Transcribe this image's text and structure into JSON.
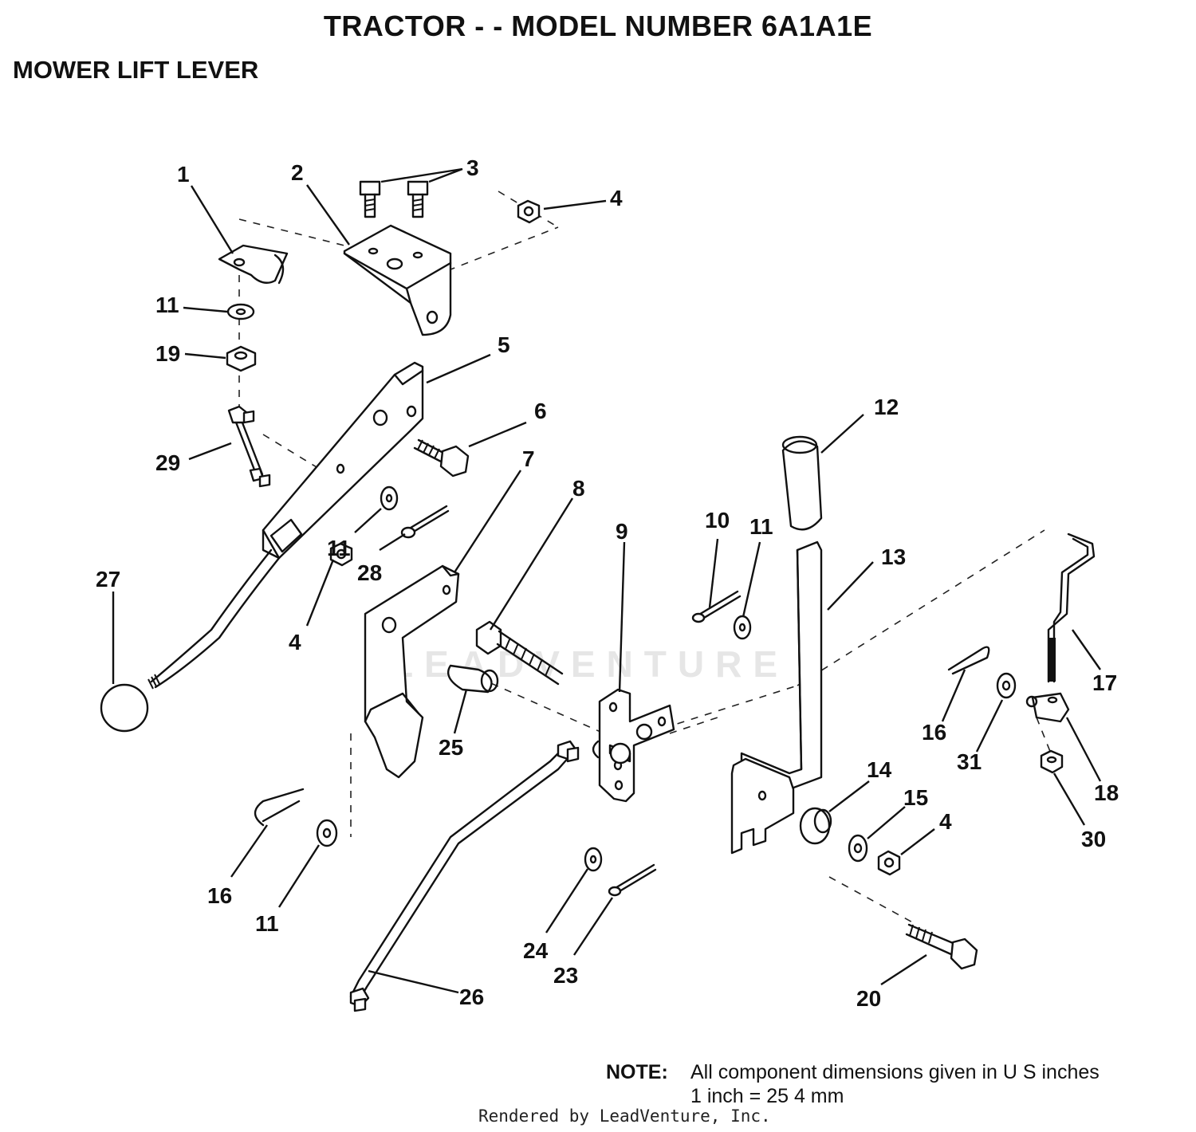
{
  "header": {
    "title": "TRACTOR - - MODEL NUMBER 6A1A1E",
    "subtitle": "MOWER LIFT LEVER"
  },
  "callouts": {
    "c1": "1",
    "c2": "2",
    "c3": "3",
    "c4a": "4",
    "c4b": "4",
    "c4c": "4",
    "c5": "5",
    "c6": "6",
    "c7": "7",
    "c8": "8",
    "c9": "9",
    "c10": "10",
    "c11a": "11",
    "c11b": "11",
    "c11c": "11",
    "c11d": "11",
    "c12": "12",
    "c13": "13",
    "c14": "14",
    "c15": "15",
    "c16a": "16",
    "c16b": "16",
    "c17": "17",
    "c18": "18",
    "c19": "19",
    "c20": "20",
    "c23": "23",
    "c24": "24",
    "c25": "25",
    "c26": "26",
    "c27": "27",
    "c28": "28",
    "c29": "29",
    "c30": "30",
    "c31": "31"
  },
  "note": {
    "label": "NOTE:",
    "line1": "All component dimensions given in U S  inches",
    "line2": "1 inch = 25 4 mm"
  },
  "watermark": "LEADVENTURE",
  "footer": "Rendered by LeadVenture, Inc."
}
